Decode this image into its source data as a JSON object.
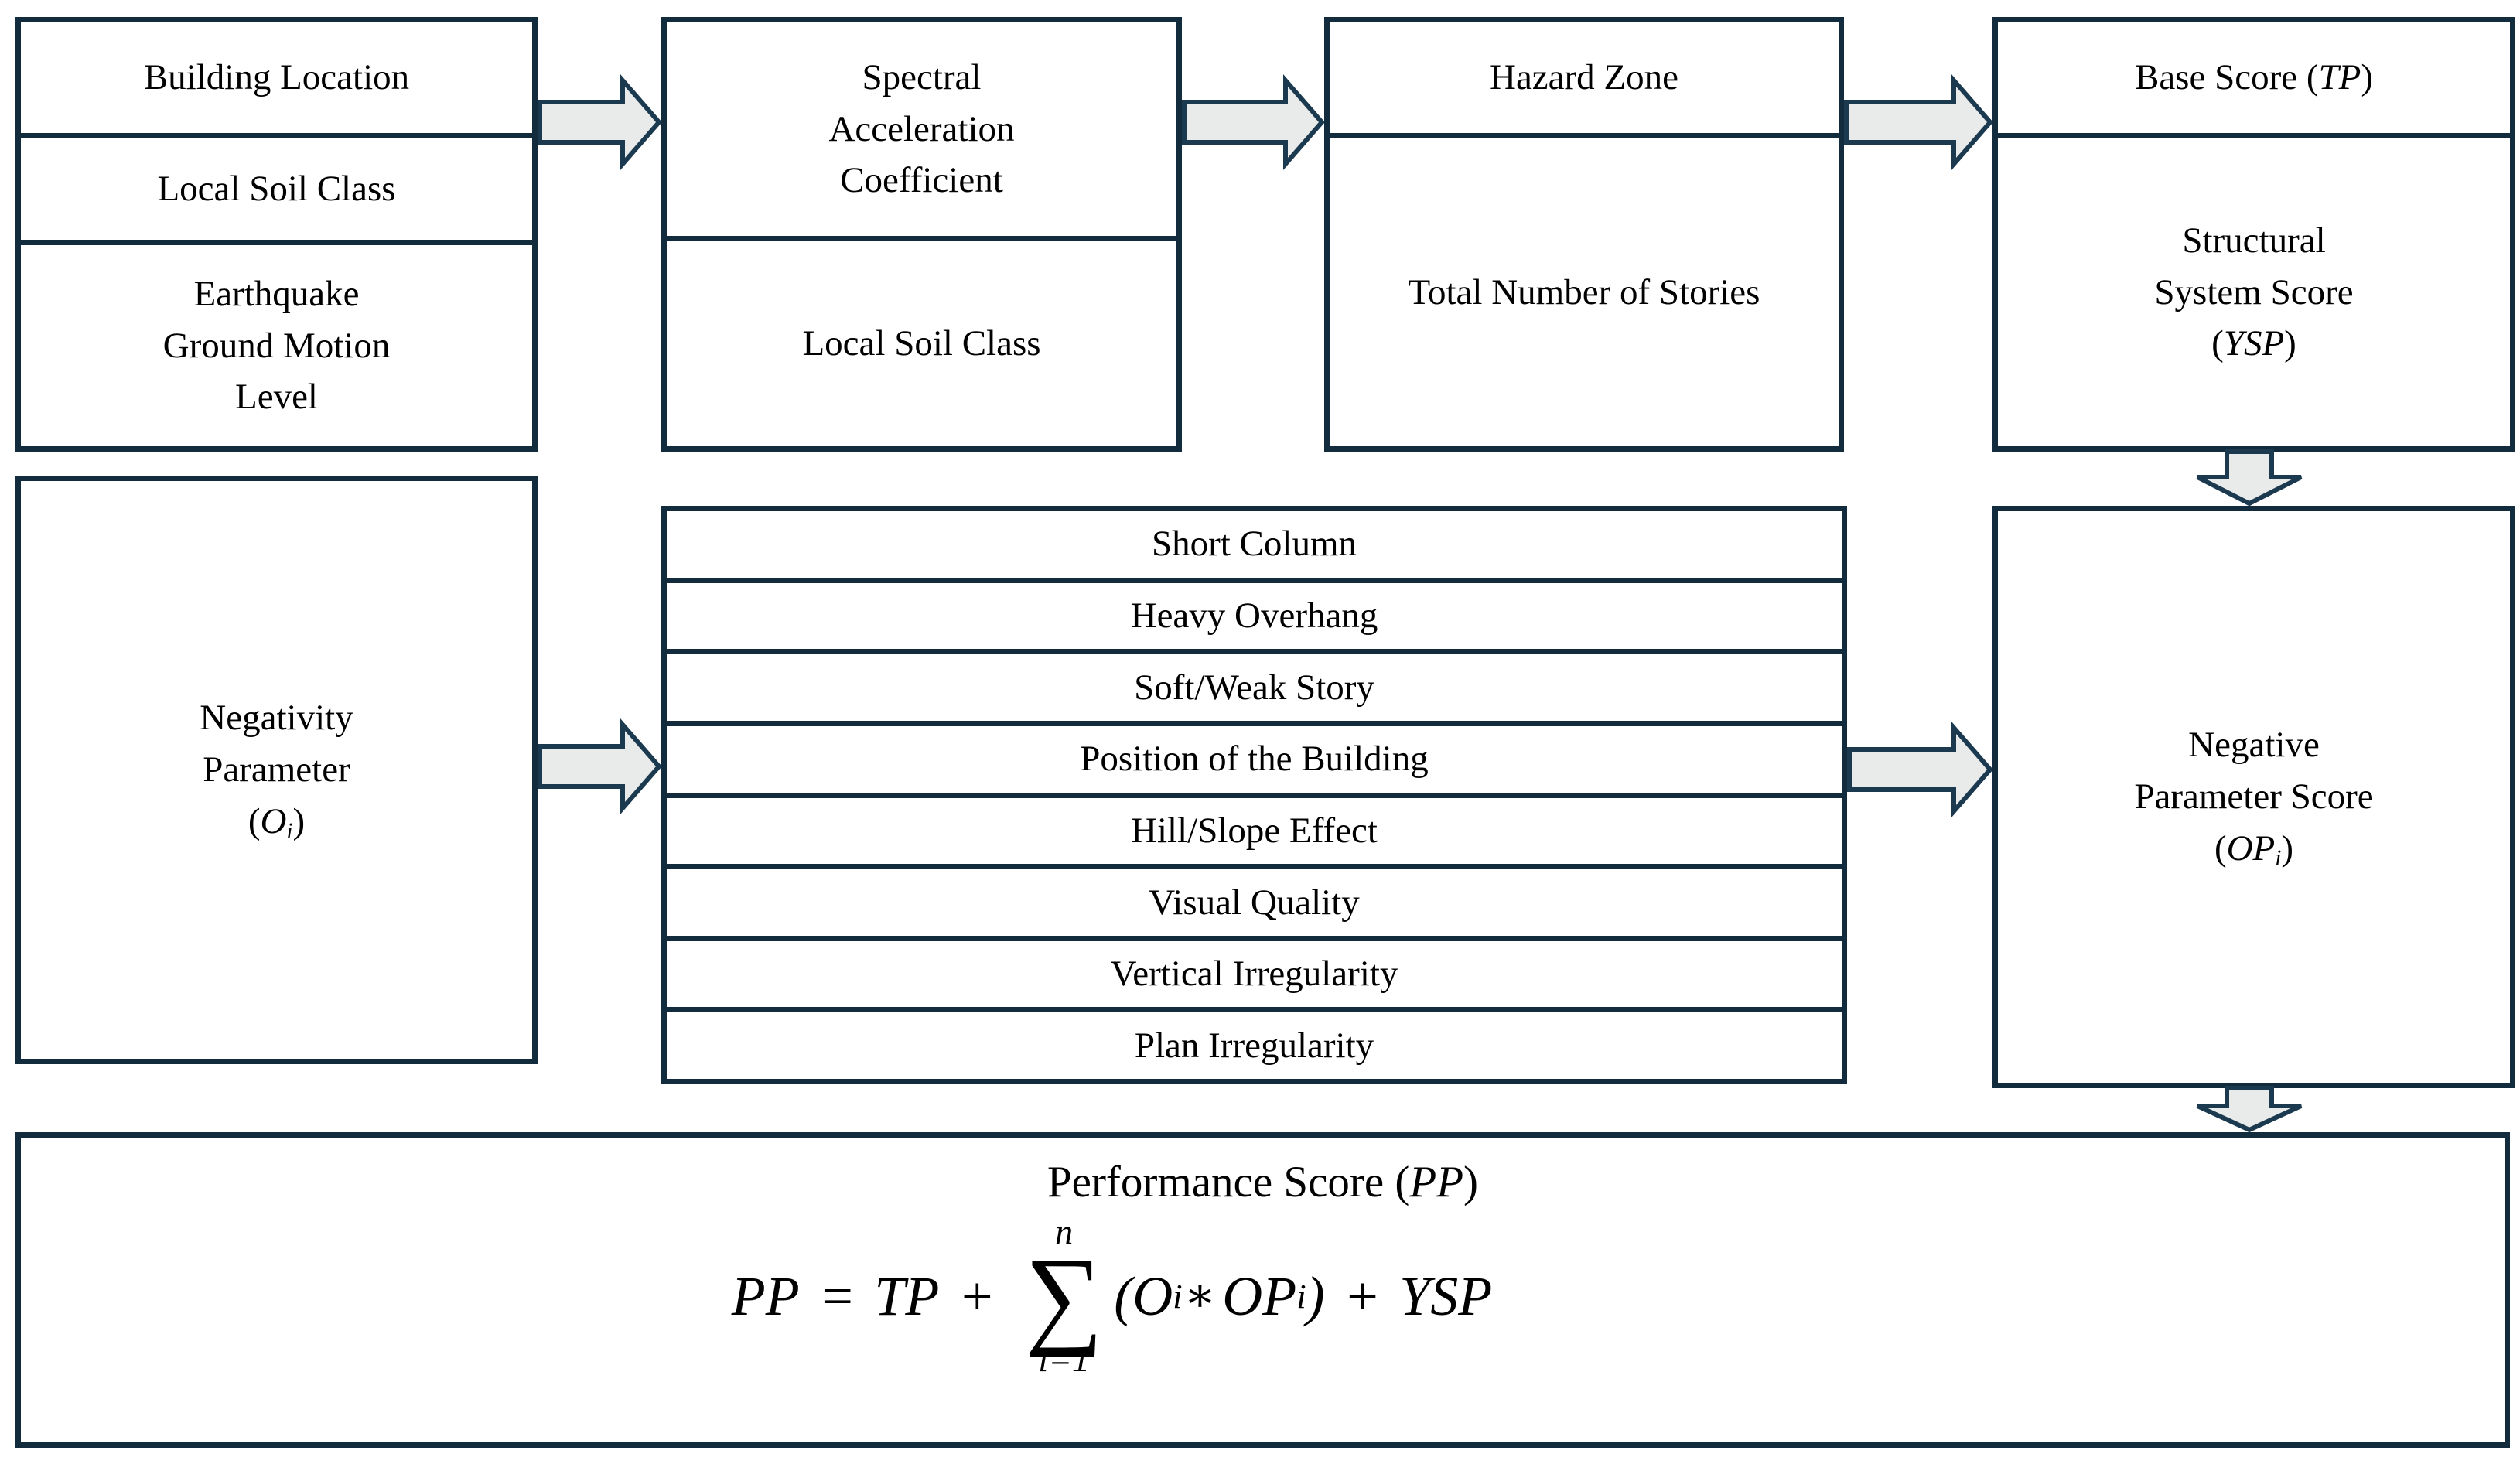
{
  "colors": {
    "ink": "#122b3d",
    "arrow_fill": "#e9eaea",
    "arrow_stroke": "#1b3a50",
    "background": "#ffffff",
    "text": "#000000"
  },
  "boxes": {
    "building_inputs": {
      "cells": [
        {
          "lines": [
            "Building Location"
          ]
        },
        {
          "lines": [
            "Local Soil Class"
          ]
        },
        {
          "lines": [
            "Earthquake",
            "Ground Motion",
            "Level"
          ]
        }
      ]
    },
    "spectral": {
      "cells": [
        {
          "lines": [
            "Spectral",
            "Acceleration",
            "Coefficient"
          ]
        },
        {
          "lines": [
            "Local Soil Class"
          ]
        }
      ]
    },
    "hazard": {
      "cells": [
        {
          "lines": [
            "Hazard Zone"
          ]
        },
        {
          "lines": [
            "Total Number of Stories"
          ]
        }
      ]
    },
    "base_score": {
      "cell1_parts": {
        "pre": "Base Score (",
        "var": "TP",
        "post": ")"
      },
      "cell2_lines": [
        "Structural",
        "System Score"
      ],
      "cell2_parts": {
        "pre": "(",
        "var": "YSP",
        "post": ")"
      }
    },
    "negativity": {
      "lines": [
        "Negativity",
        "Parameter"
      ],
      "parts": {
        "pre": "(",
        "var": "O",
        "sub": "i",
        "post": ")"
      }
    },
    "negative_params": [
      "Short Column",
      "Heavy Overhang",
      "Soft/Weak Story",
      "Position of the Building",
      "Hill/Slope Effect",
      "Visual Quality",
      "Vertical Irregularity",
      "Plan Irregularity"
    ],
    "negative_score": {
      "lines": [
        "Negative",
        "Parameter Score"
      ],
      "parts": {
        "pre": "(",
        "var": "OP",
        "sub": "i",
        "post": ")"
      }
    },
    "performance": {
      "title": {
        "pre": "Performance Score (",
        "var": "PP",
        "post": ")"
      },
      "formula": {
        "lhs": "PP",
        "eq": "=",
        "term1": "TP",
        "plus1": "+",
        "sum_upper": "n",
        "sigma": "∑",
        "sum_lower": "i=1",
        "open": "(",
        "o": "O",
        "o_sub": "i",
        "star": "∗",
        "op": "OP",
        "op_sub": "i",
        "close": ")",
        "plus2": "+",
        "term2": "YSP"
      }
    }
  }
}
